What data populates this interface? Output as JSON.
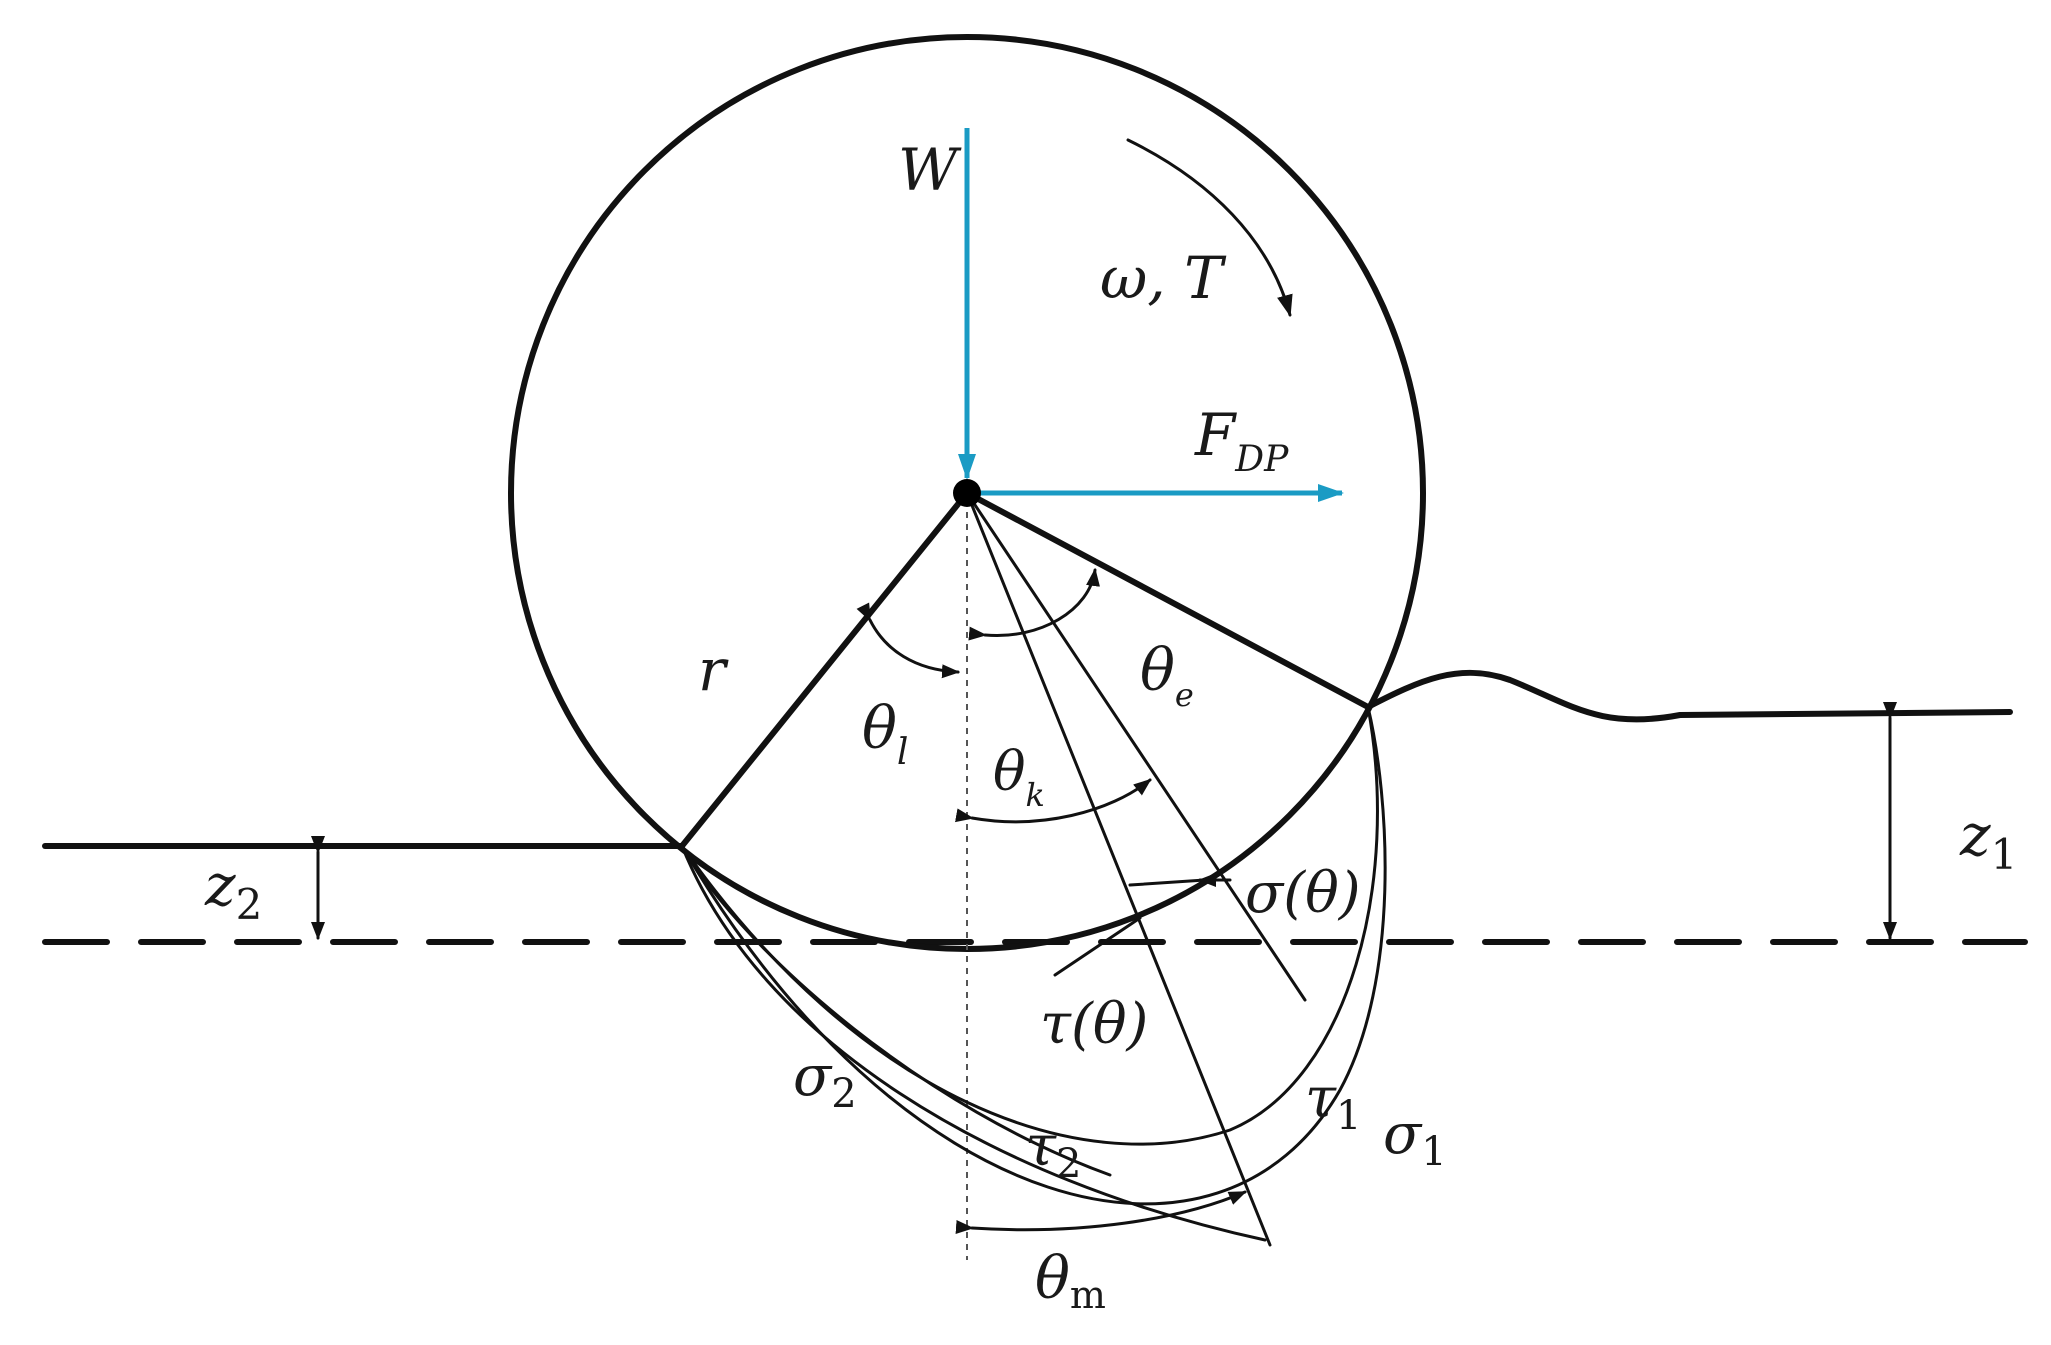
{
  "colors": {
    "force_arrow": "#1a9bc4",
    "line": "#111111",
    "background": "#ffffff"
  },
  "labels": {
    "weight": "W",
    "rotation": "ω, T",
    "drawbar_main": "F",
    "drawbar_sub": "DP",
    "radius": "r",
    "theta_l_main": "θ",
    "theta_l_sub": "l",
    "theta_e_main": "θ",
    "theta_e_sub": "e",
    "theta_k_main": "θ",
    "theta_k_sub": "k",
    "theta_m_main": "θ",
    "theta_m_sub": "m",
    "normal_stress": "σ(θ)",
    "shear_stress": "τ(θ)",
    "sigma1_main": "σ",
    "sigma1_sub": "1",
    "sigma2_main": "σ",
    "sigma2_sub": "2",
    "tau1_main": "τ",
    "tau1_sub": "1",
    "tau2_main": "τ",
    "tau2_sub": "2",
    "z1_main": "z",
    "z1_sub": "1",
    "z2_main": "z",
    "z2_sub": "2"
  }
}
